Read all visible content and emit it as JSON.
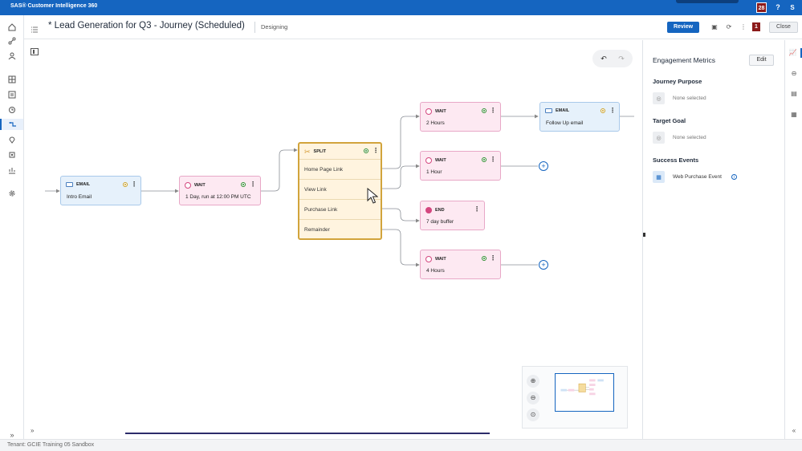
{
  "app": {
    "brand": "SAS® Customer Intelligence 360",
    "notification_count": "28",
    "help_label": "?",
    "user_initial": "S"
  },
  "header": {
    "title": "* Lead Generation for Q3 - Journey (Scheduled)",
    "status": "Designing",
    "review_label": "Review",
    "badge_count": "1",
    "close_label": "Close"
  },
  "nodes": {
    "intro_email": {
      "type": "EMAIL",
      "label": "Intro Email",
      "status": "yellow"
    },
    "wait_1": {
      "type": "WAIT",
      "label": "1 Day, run at 12:00 PM UTC",
      "status": "green"
    },
    "split": {
      "type": "SPLIT",
      "status": "green",
      "branches": [
        "Home Page Link",
        "View Link",
        "Purchase Link",
        "Remainder"
      ]
    },
    "wait_2h": {
      "type": "WAIT",
      "label": "2 Hours",
      "status": "green"
    },
    "follow_up": {
      "type": "EMAIL",
      "label": "Follow Up email",
      "status": "yellow"
    },
    "wait_1h": {
      "type": "WAIT",
      "label": "1 Hour",
      "status": "green"
    },
    "end": {
      "type": "END",
      "label": "7 day buffer"
    },
    "wait_4h": {
      "type": "WAIT",
      "label": "4 Hours",
      "status": "green"
    }
  },
  "panel": {
    "title": "Engagement Metrics",
    "edit_label": "Edit",
    "journey_purpose": {
      "heading": "Journey Purpose",
      "value": "None selected"
    },
    "target_goal": {
      "heading": "Target Goal",
      "value": "None selected"
    },
    "success_events": {
      "heading": "Success Events",
      "items": [
        "Web Purchase Event"
      ]
    }
  },
  "footer": {
    "tenant": "Tenant: GCIE Training 05 Sandbox"
  },
  "colors": {
    "brand_blue": "#1565c0",
    "wait_pink": "#fde9f2",
    "email_blue": "#e6f1fb",
    "split_gold": "#d2a43c",
    "notif_red": "#8b1a1a"
  }
}
